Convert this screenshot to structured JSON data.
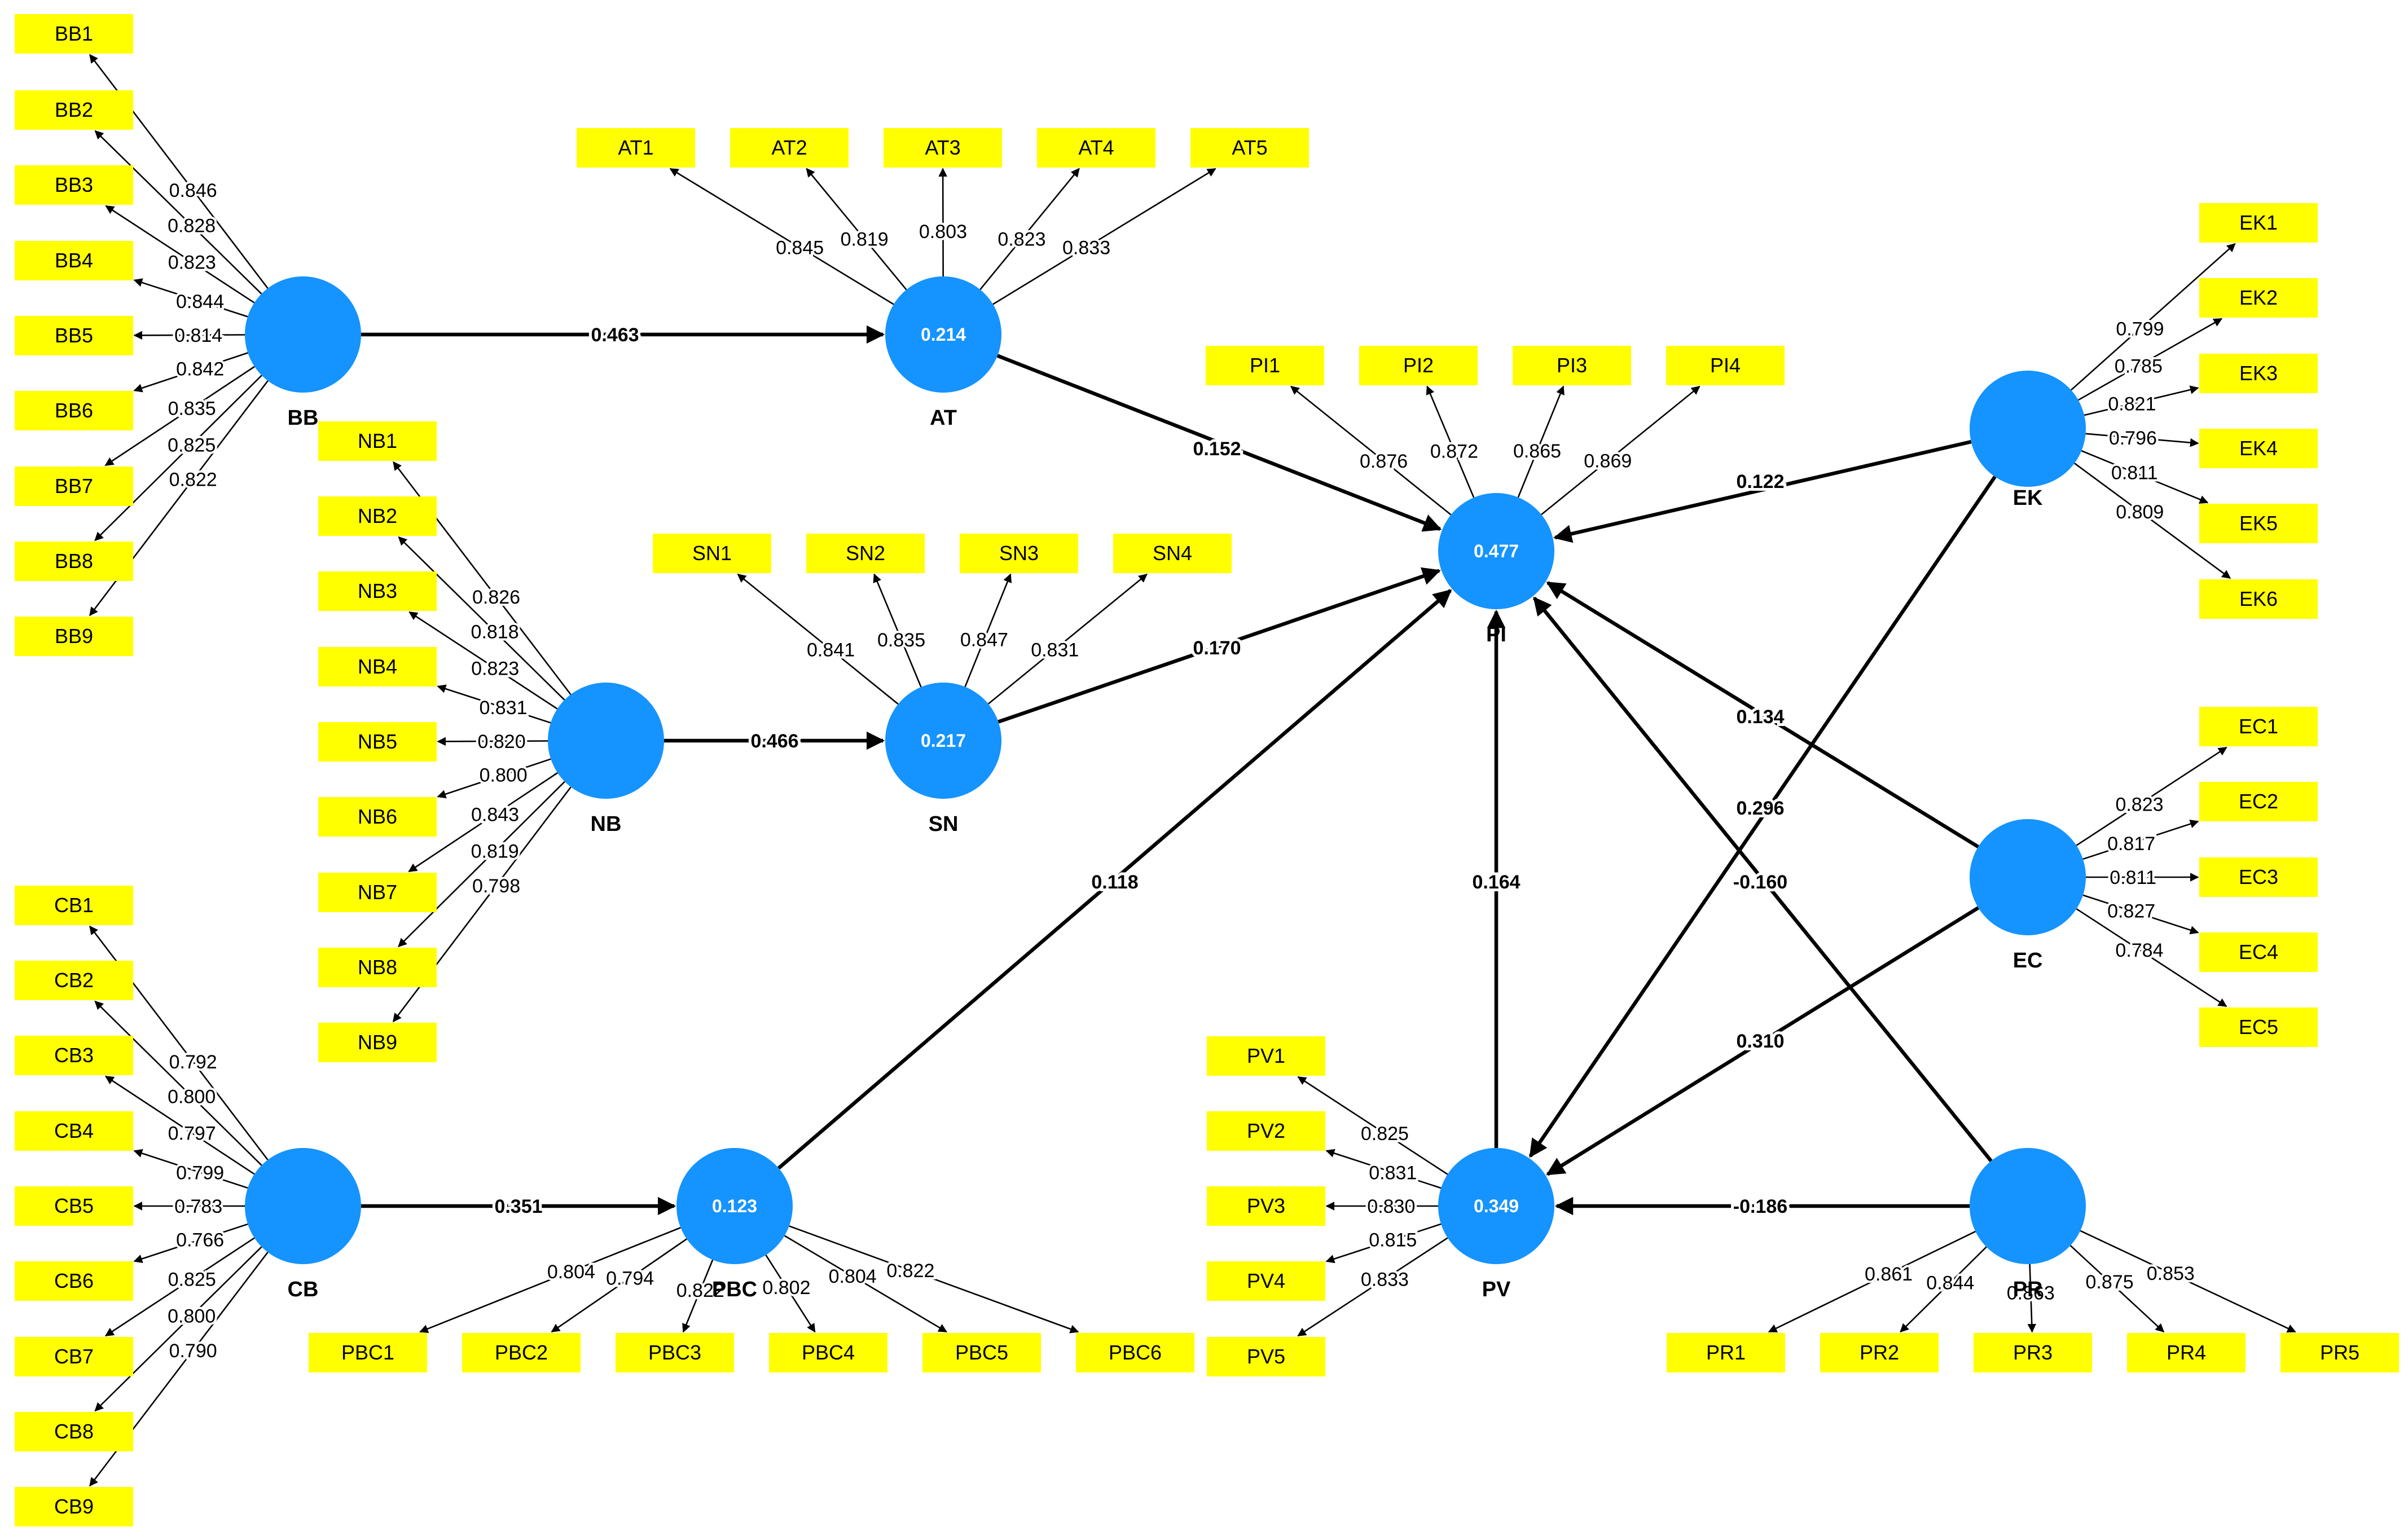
{
  "colors": {
    "indicator": "#ffff00",
    "latent": "#1593ff",
    "line": "#000000"
  },
  "latents": [
    {
      "id": "BB",
      "name": "BB",
      "value": ""
    },
    {
      "id": "AT",
      "name": "AT",
      "value": "0.214"
    },
    {
      "id": "NB",
      "name": "NB",
      "value": ""
    },
    {
      "id": "SN",
      "name": "SN",
      "value": "0.217"
    },
    {
      "id": "CB",
      "name": "CB",
      "value": ""
    },
    {
      "id": "PBC",
      "name": "PBC",
      "value": "0.123"
    },
    {
      "id": "PI",
      "name": "PI",
      "value": "0.477"
    },
    {
      "id": "PV",
      "name": "PV",
      "value": "0.349"
    },
    {
      "id": "EK",
      "name": "EK",
      "value": ""
    },
    {
      "id": "EC",
      "name": "EC",
      "value": ""
    },
    {
      "id": "PR",
      "name": "PR",
      "value": ""
    }
  ],
  "indicators": [
    {
      "id": "BB1",
      "latent": "BB",
      "loading": "0.846"
    },
    {
      "id": "BB2",
      "latent": "BB",
      "loading": "0.828"
    },
    {
      "id": "BB3",
      "latent": "BB",
      "loading": "0.823"
    },
    {
      "id": "BB4",
      "latent": "BB",
      "loading": "0.844"
    },
    {
      "id": "BB5",
      "latent": "BB",
      "loading": "0.814"
    },
    {
      "id": "BB6",
      "latent": "BB",
      "loading": "0.842"
    },
    {
      "id": "BB7",
      "latent": "BB",
      "loading": "0.835"
    },
    {
      "id": "BB8",
      "latent": "BB",
      "loading": "0.825"
    },
    {
      "id": "BB9",
      "latent": "BB",
      "loading": "0.822"
    },
    {
      "id": "AT1",
      "latent": "AT",
      "loading": "0.845"
    },
    {
      "id": "AT2",
      "latent": "AT",
      "loading": "0.819"
    },
    {
      "id": "AT3",
      "latent": "AT",
      "loading": "0.803"
    },
    {
      "id": "AT4",
      "latent": "AT",
      "loading": "0.823"
    },
    {
      "id": "AT5",
      "latent": "AT",
      "loading": "0.833"
    },
    {
      "id": "NB1",
      "latent": "NB",
      "loading": "0.826"
    },
    {
      "id": "NB2",
      "latent": "NB",
      "loading": "0.818"
    },
    {
      "id": "NB3",
      "latent": "NB",
      "loading": "0.823"
    },
    {
      "id": "NB4",
      "latent": "NB",
      "loading": "0.831"
    },
    {
      "id": "NB5",
      "latent": "NB",
      "loading": "0.820"
    },
    {
      "id": "NB6",
      "latent": "NB",
      "loading": "0.800"
    },
    {
      "id": "NB7",
      "latent": "NB",
      "loading": "0.843"
    },
    {
      "id": "NB8",
      "latent": "NB",
      "loading": "0.819"
    },
    {
      "id": "NB9",
      "latent": "NB",
      "loading": "0.798"
    },
    {
      "id": "SN1",
      "latent": "SN",
      "loading": "0.841"
    },
    {
      "id": "SN2",
      "latent": "SN",
      "loading": "0.835"
    },
    {
      "id": "SN3",
      "latent": "SN",
      "loading": "0.847"
    },
    {
      "id": "SN4",
      "latent": "SN",
      "loading": "0.831"
    },
    {
      "id": "CB1",
      "latent": "CB",
      "loading": "0.792"
    },
    {
      "id": "CB2",
      "latent": "CB",
      "loading": "0.800"
    },
    {
      "id": "CB3",
      "latent": "CB",
      "loading": "0.797"
    },
    {
      "id": "CB4",
      "latent": "CB",
      "loading": "0.799"
    },
    {
      "id": "CB5",
      "latent": "CB",
      "loading": "0.783"
    },
    {
      "id": "CB6",
      "latent": "CB",
      "loading": "0.766"
    },
    {
      "id": "CB7",
      "latent": "CB",
      "loading": "0.825"
    },
    {
      "id": "CB8",
      "latent": "CB",
      "loading": "0.800"
    },
    {
      "id": "CB9",
      "latent": "CB",
      "loading": "0.790"
    },
    {
      "id": "PBC1",
      "latent": "PBC",
      "loading": "0.804"
    },
    {
      "id": "PBC2",
      "latent": "PBC",
      "loading": "0.794"
    },
    {
      "id": "PBC3",
      "latent": "PBC",
      "loading": "0.822"
    },
    {
      "id": "PBC4",
      "latent": "PBC",
      "loading": "0.802"
    },
    {
      "id": "PBC5",
      "latent": "PBC",
      "loading": "0.804"
    },
    {
      "id": "PBC6",
      "latent": "PBC",
      "loading": "0.822"
    },
    {
      "id": "PI1",
      "latent": "PI",
      "loading": "0.876"
    },
    {
      "id": "PI2",
      "latent": "PI",
      "loading": "0.872"
    },
    {
      "id": "PI3",
      "latent": "PI",
      "loading": "0.865"
    },
    {
      "id": "PI4",
      "latent": "PI",
      "loading": "0.869"
    },
    {
      "id": "EK1",
      "latent": "EK",
      "loading": "0.799"
    },
    {
      "id": "EK2",
      "latent": "EK",
      "loading": "0.785"
    },
    {
      "id": "EK3",
      "latent": "EK",
      "loading": "0.821"
    },
    {
      "id": "EK4",
      "latent": "EK",
      "loading": "0.796"
    },
    {
      "id": "EK5",
      "latent": "EK",
      "loading": "0.811"
    },
    {
      "id": "EK6",
      "latent": "EK",
      "loading": "0.809"
    },
    {
      "id": "EC1",
      "latent": "EC",
      "loading": "0.823"
    },
    {
      "id": "EC2",
      "latent": "EC",
      "loading": "0.817"
    },
    {
      "id": "EC3",
      "latent": "EC",
      "loading": "0.811"
    },
    {
      "id": "EC4",
      "latent": "EC",
      "loading": "0.827"
    },
    {
      "id": "EC5",
      "latent": "EC",
      "loading": "0.784"
    },
    {
      "id": "PV1",
      "latent": "PV",
      "loading": "0.825"
    },
    {
      "id": "PV2",
      "latent": "PV",
      "loading": "0.831"
    },
    {
      "id": "PV3",
      "latent": "PV",
      "loading": "0.830"
    },
    {
      "id": "PV4",
      "latent": "PV",
      "loading": "0.815"
    },
    {
      "id": "PV5",
      "latent": "PV",
      "loading": "0.833"
    },
    {
      "id": "PR1",
      "latent": "PR",
      "loading": "0.861"
    },
    {
      "id": "PR2",
      "latent": "PR",
      "loading": "0.844"
    },
    {
      "id": "PR3",
      "latent": "PR",
      "loading": "0.863"
    },
    {
      "id": "PR4",
      "latent": "PR",
      "loading": "0.875"
    },
    {
      "id": "PR5",
      "latent": "PR",
      "loading": "0.853"
    }
  ],
  "paths": [
    {
      "from": "BB",
      "to": "AT",
      "coef": "0.463"
    },
    {
      "from": "NB",
      "to": "SN",
      "coef": "0.466"
    },
    {
      "from": "CB",
      "to": "PBC",
      "coef": "0.351"
    },
    {
      "from": "AT",
      "to": "PI",
      "coef": "0.152"
    },
    {
      "from": "SN",
      "to": "PI",
      "coef": "0.170"
    },
    {
      "from": "PBC",
      "to": "PI",
      "coef": "0.118"
    },
    {
      "from": "PV",
      "to": "PI",
      "coef": "0.164"
    },
    {
      "from": "EK",
      "to": "PI",
      "coef": "0.122"
    },
    {
      "from": "EC",
      "to": "PI",
      "coef": "0.134"
    },
    {
      "from": "PR",
      "to": "PI",
      "coef": "-0.160"
    },
    {
      "from": "EK",
      "to": "PV",
      "coef": "0.296"
    },
    {
      "from": "EC",
      "to": "PV",
      "coef": "0.310"
    },
    {
      "from": "PR",
      "to": "PV",
      "coef": "-0.186"
    }
  ]
}
